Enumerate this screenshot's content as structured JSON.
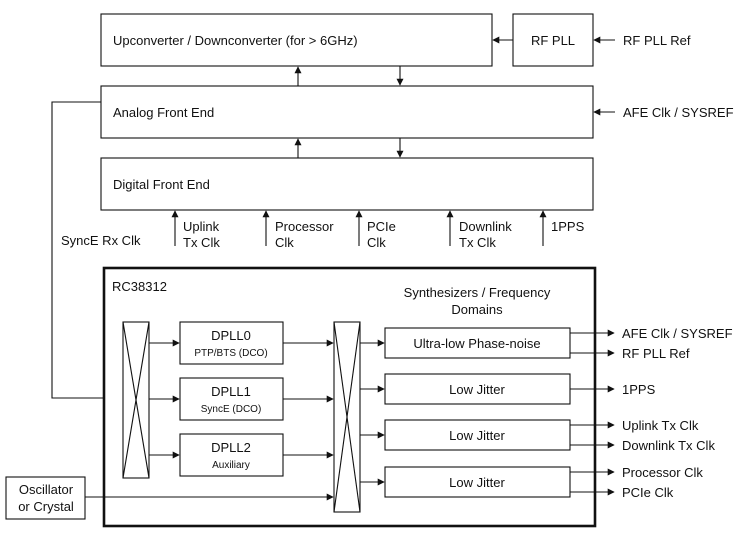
{
  "blocks": {
    "upconverter": "Upconverter / Downconverter (for > 6GHz)",
    "rf_pll": "RF PLL",
    "afe": "Analog Front End",
    "dfe": "Digital Front End",
    "oscillator": [
      "Oscillator",
      "or Crystal"
    ]
  },
  "inputs": {
    "rf_pll_ref": "RF PLL Ref",
    "afe_clk": "AFE Clk / SYSREF",
    "synce_rx": "SyncE Rx Clk",
    "uplink_tx": [
      "Uplink",
      "Tx Clk"
    ],
    "processor": [
      "Processor",
      "Clk"
    ],
    "pcie": [
      "PCIe",
      "Clk"
    ],
    "downlink_tx": [
      "Downlink",
      "Tx Clk"
    ],
    "pps": "1PPS"
  },
  "chip": {
    "name": "RC38312",
    "synth_title": [
      "Synthesizers / Frequency",
      "Domains"
    ],
    "dplls": [
      {
        "name": "DPLL0",
        "sub": "PTP/BTS (DCO)"
      },
      {
        "name": "DPLL1",
        "sub": "SyncE (DCO)"
      },
      {
        "name": "DPLL2",
        "sub": "Auxiliary"
      }
    ],
    "synths": [
      "Ultra-low Phase-noise",
      "Low Jitter",
      "Low Jitter",
      "Low Jitter"
    ]
  },
  "outputs": [
    "AFE Clk / SYSREF",
    "RF PLL Ref",
    "1PPS",
    "Uplink Tx Clk",
    "Downlink Tx Clk",
    "Processor Clk",
    "PCIe Clk"
  ]
}
